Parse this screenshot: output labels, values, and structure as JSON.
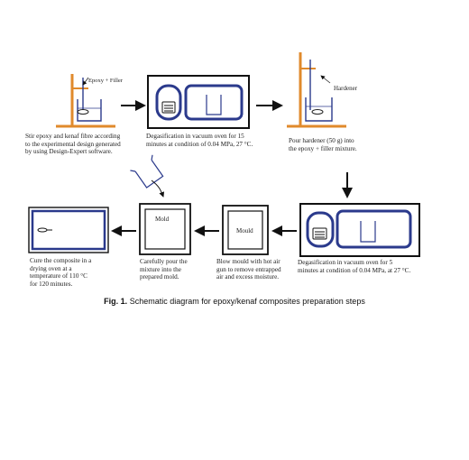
{
  "figure": {
    "caption_label": "Fig. 1.",
    "caption_text": " Schematic diagram for epoxy/kenaf composites preparation steps"
  },
  "steps": {
    "stir": {
      "label": "Epoxy + Filler",
      "caption": "Stir epoxy and kenaf fibre according\nto the experimental design generated\nby using Design-Expert software."
    },
    "degas1": {
      "caption": "Degasification in vacuum oven for 15\nminutes at condition of 0.04 MPa, 27 °C."
    },
    "harden": {
      "label": "Hardener",
      "caption": "Pour hardener (50 g) into\nthe epoxy + filler mixture."
    },
    "degas2": {
      "caption": "Degasification in vacuum oven for 5\nminutes at condition of 0.04 MPa, at 27 °C."
    },
    "blow": {
      "label": "Mould",
      "caption": "Blow mould with hot air\ngun to remove entrapped\nair and excess moisture."
    },
    "pour": {
      "label": "Mold",
      "caption": "Carefully pour the\nmixture into the\nprepared mold."
    },
    "cure": {
      "caption": "Cure the composite in a\ndrying oven at a\ntemperature of 110 °C\nfor 120 minutes."
    }
  },
  "colors": {
    "accent_blue": "#2b3a8c",
    "stand_orange": "#e08a2c",
    "line": "#111111"
  }
}
